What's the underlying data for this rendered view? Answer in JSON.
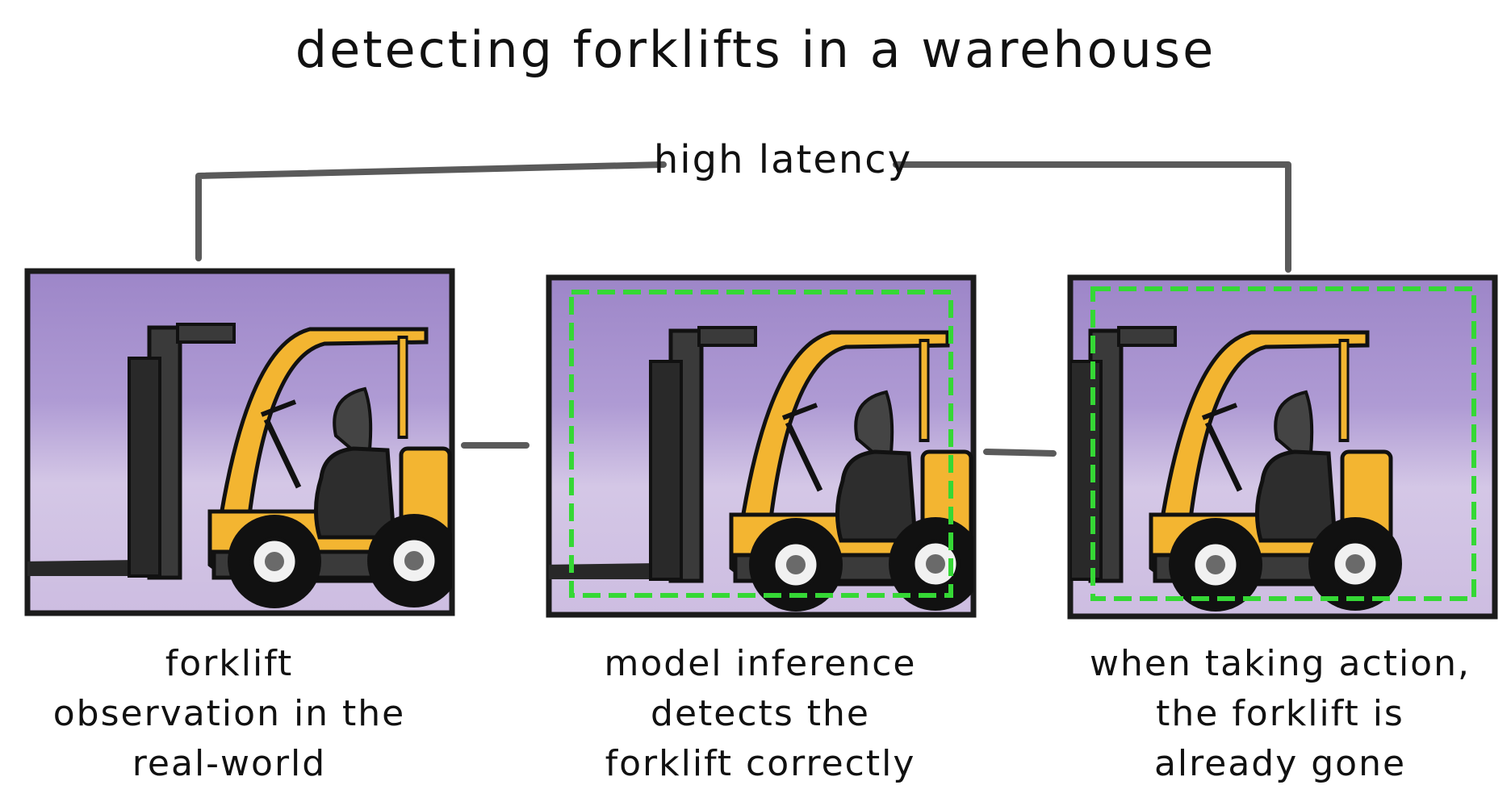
{
  "title": "detecting forklifts in a warehouse",
  "latency_label": "high latency",
  "panels": [
    {
      "caption_lines": [
        "forklift",
        "observation in the",
        "real-world"
      ],
      "forklift_visibility": "full",
      "detection_box": false
    },
    {
      "caption_lines": [
        "model inference",
        "detects the",
        "forklift correctly"
      ],
      "forklift_visibility": "full",
      "detection_box": true
    },
    {
      "caption_lines": [
        "when taking action,",
        "the forklift is",
        "already gone"
      ],
      "forklift_visibility": "partially-exited",
      "detection_box": true
    }
  ],
  "colors": {
    "panel_top": "#9d86c8",
    "panel_bottom": "#d7c9e8",
    "frame": "#1b1b1b",
    "connector": "#5a5a5a",
    "detection_box": "#35d835",
    "forklift_body": "#f3b531",
    "forklift_dark": "#3a3a3a",
    "wheel": "#111111"
  },
  "icons": {
    "forklift": "forklift-icon",
    "detection": "bounding-box-icon"
  }
}
